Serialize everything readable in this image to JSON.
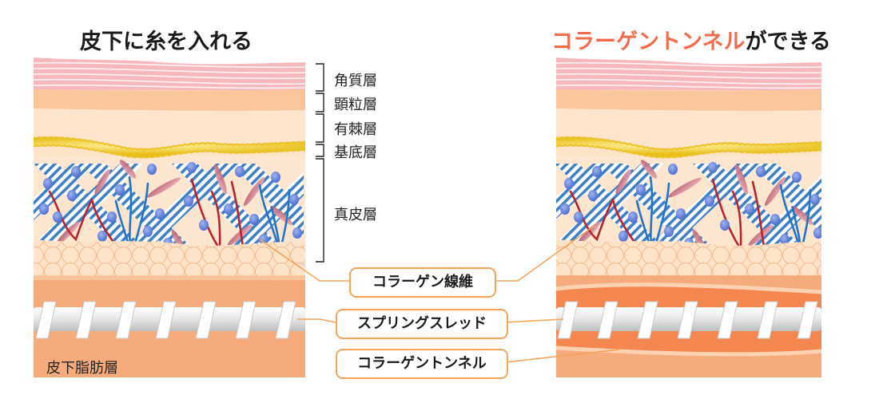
{
  "titles": {
    "left": "皮下に糸を入れる",
    "right_highlight": "コラーゲントンネル",
    "right_rest": "ができる"
  },
  "layers": {
    "stratum_corneum": "角質層",
    "granular": "顕粒層",
    "spinous": "有棘層",
    "basal": "基底層",
    "dermis": "真皮層",
    "subcutaneous_fat": "皮下脂肪層"
  },
  "callouts": {
    "collagen_fiber": "コラーゲン線維",
    "spring_thread": "スプリングスレッド",
    "collagen_tunnel": "コラーゲントンネル"
  },
  "colors": {
    "highlight": "#f26b4e",
    "callout_border": "#f5a35a",
    "tunnel": "#f4874f"
  }
}
